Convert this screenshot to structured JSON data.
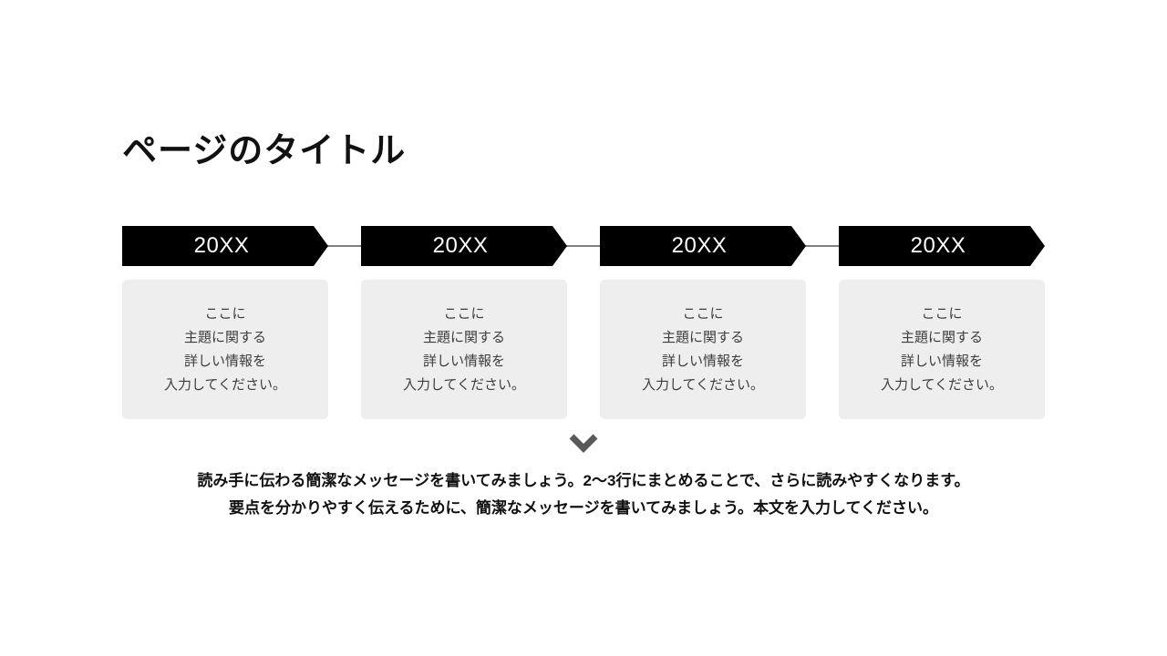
{
  "slide": {
    "title": "ページのタイトル"
  },
  "timeline": {
    "items": [
      {
        "year": "20XX",
        "lines": [
          "ここに",
          "主題に関する",
          "詳しい情報を",
          "入力してください。"
        ]
      },
      {
        "year": "20XX",
        "lines": [
          "ここに",
          "主題に関する",
          "詳しい情報を",
          "入力してください。"
        ]
      },
      {
        "year": "20XX",
        "lines": [
          "ここに",
          "主題に関する",
          "詳しい情報を",
          "入力してください。"
        ]
      },
      {
        "year": "20XX",
        "lines": [
          "ここに",
          "主題に関する",
          "詳しい情報を",
          "入力してください。"
        ]
      }
    ]
  },
  "footer": {
    "line1": "読み手に伝わる簡潔なメッセージを書いてみましょう。2～3行にまとめることで、さらに読みやすくなります。",
    "line2": "要点を分かりやすく伝えるために、簡潔なメッセージを書いてみましょう。本文を入力してください。"
  },
  "icons": {
    "chevron_down": "chevron-down-icon"
  },
  "colors": {
    "shape-bg": "#000000",
    "shape-text": "#ffffff",
    "card-bg": "#eeeeee",
    "card-text": "#3d3d3d",
    "connector": "#7f7f7f",
    "chevron": "#595959",
    "title-text": "#111111",
    "footer-text": "#111111",
    "slide-bg": "#ffffff"
  }
}
